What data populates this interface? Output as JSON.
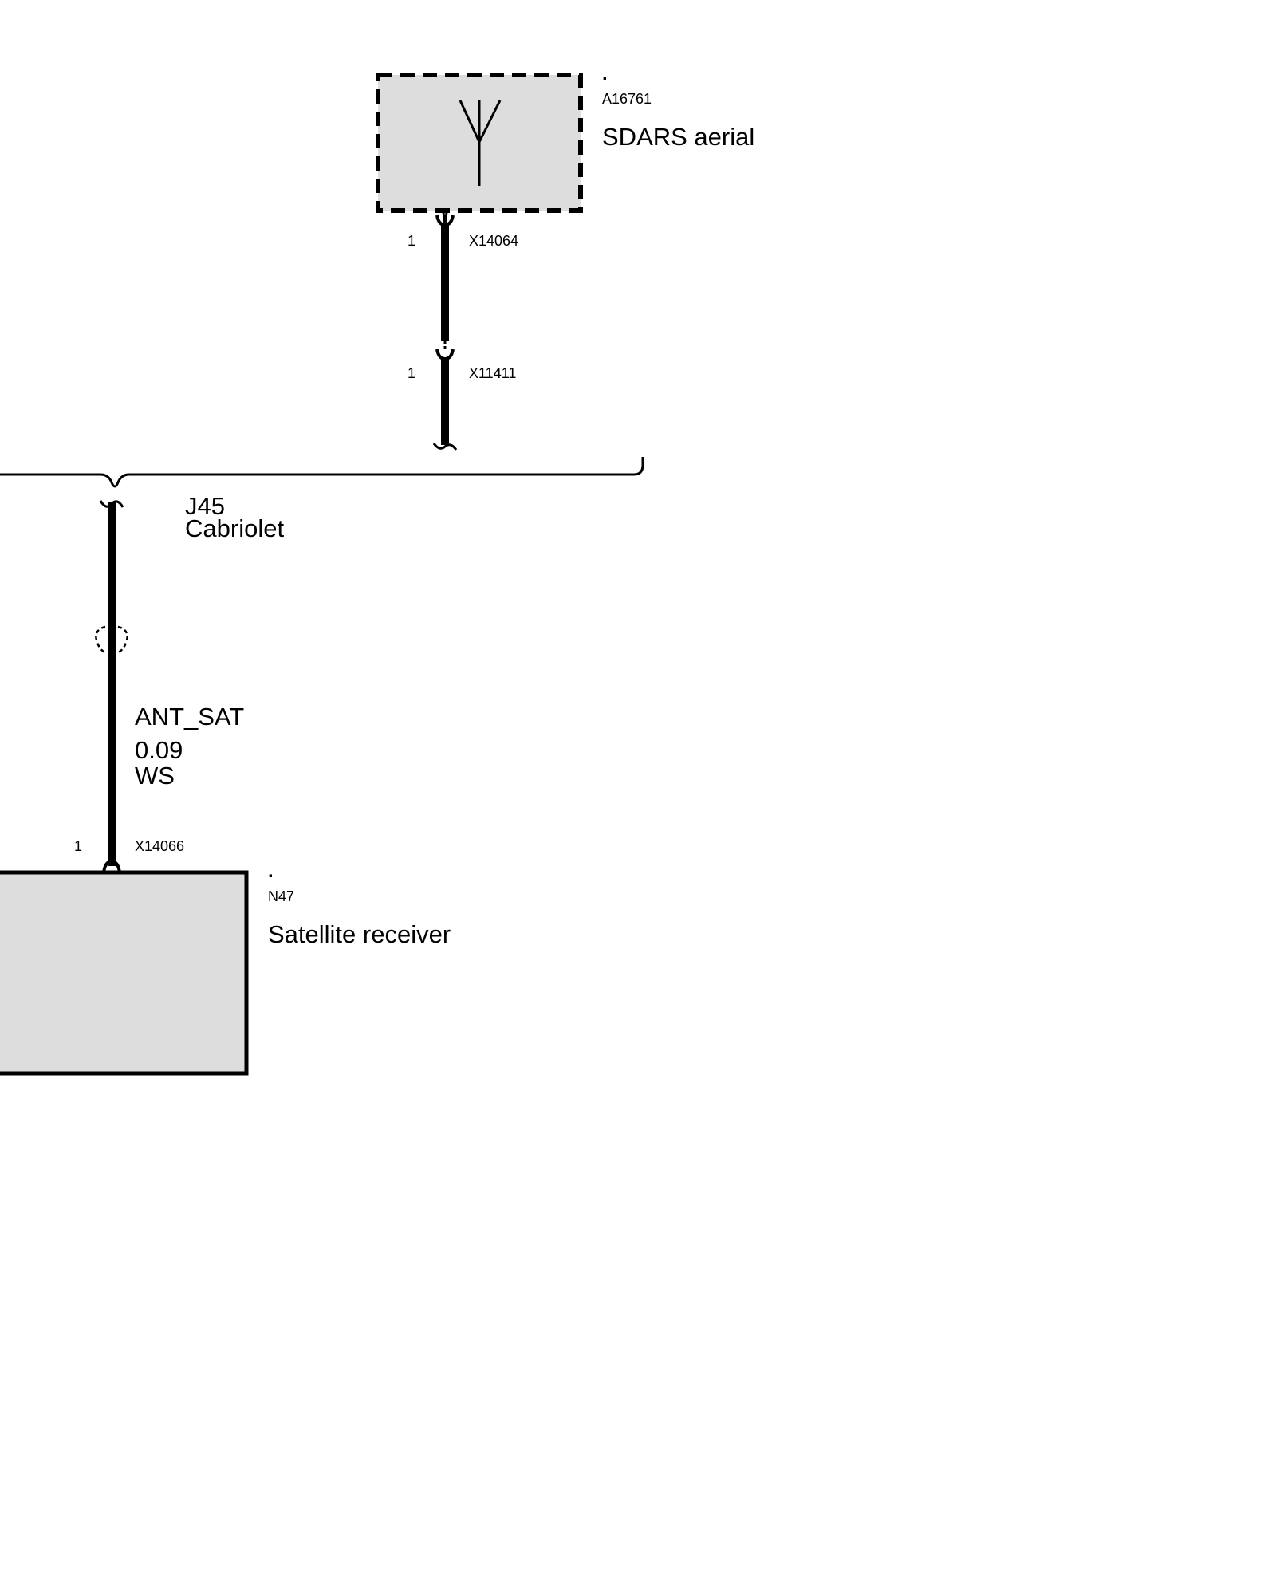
{
  "aerial": {
    "marker": ".",
    "code": "A16761",
    "name": "SDARS aerial",
    "connector_pin": "1",
    "connector": "X14064"
  },
  "inline_connector": {
    "pin": "1",
    "connector": "X11411"
  },
  "splice": {
    "code": "J45",
    "variant": "Cabriolet"
  },
  "wire": {
    "signal": "ANT_SAT",
    "cross_section": "0.09",
    "color": "WS"
  },
  "receiver": {
    "marker": ".",
    "code": "N47",
    "name": "Satellite receiver",
    "connector_pin": "1",
    "connector": "X14066"
  },
  "colors": {
    "component_fill": "#dddddd",
    "line": "#000000",
    "background": "#ffffff"
  }
}
